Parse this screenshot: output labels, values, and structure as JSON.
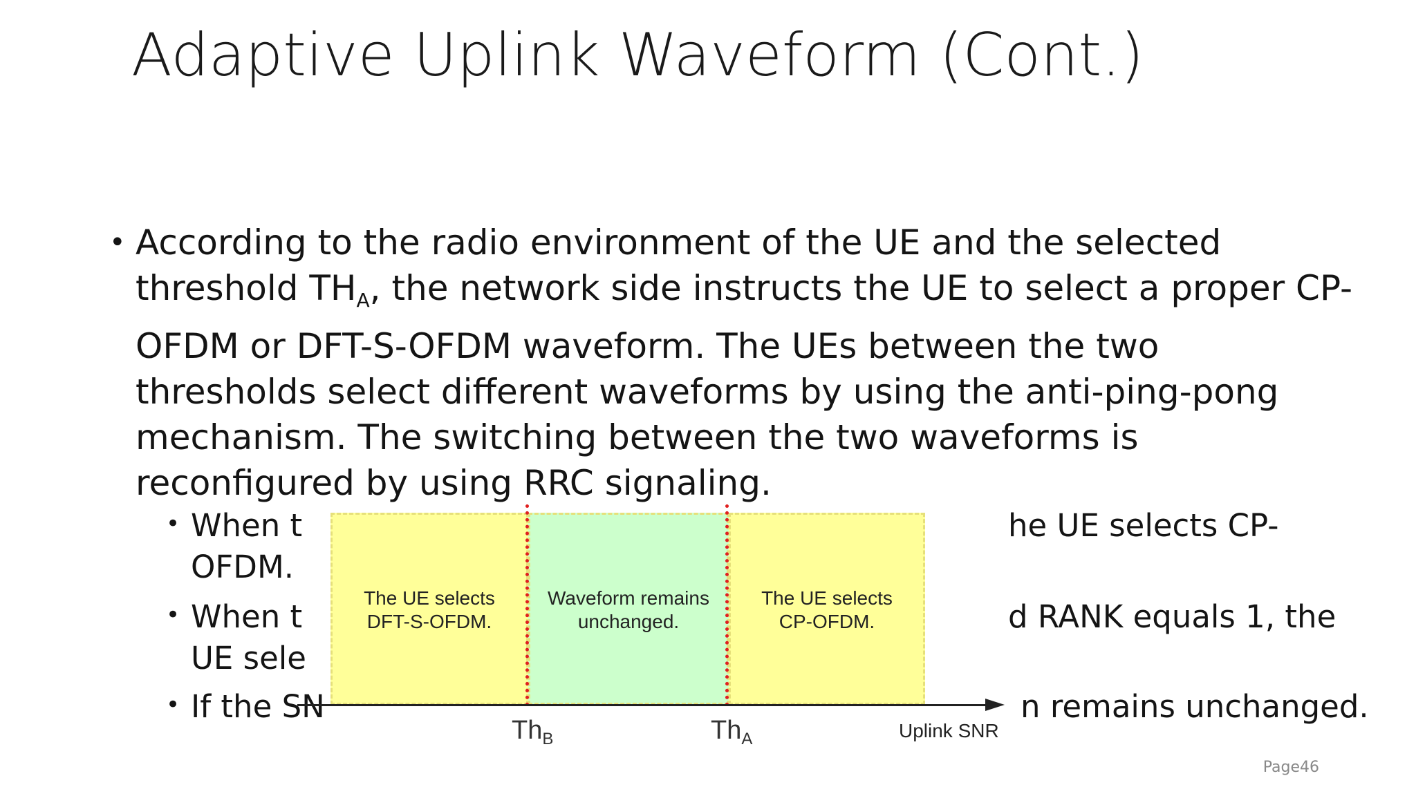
{
  "slide": {
    "title": "Adaptive Uplink Waveform (Cont.)",
    "page": "Page46"
  },
  "main_bullet": {
    "line1": "According to the radio environment of the UE and the selected",
    "line2_pre": "threshold TH",
    "line2_sub": "A",
    "line2_post": ", the network side instructs the UE to select a proper CP-",
    "line3": "OFDM or DFT-S-OFDM waveform. The UEs between the two",
    "line4": "thresholds select different waveforms by using the anti-ping-pong",
    "line5": "mechanism. The switching between the two waveforms is",
    "line6": "reconfigured by using RRC signaling."
  },
  "sub_bullets": [
    {
      "left_text": "When t",
      "right_text": "he UE selects CP-",
      "line2": "OFDM."
    },
    {
      "left_text": "When t",
      "right_text": "d RANK equals 1, the",
      "line2": "UE sele"
    },
    {
      "left_text": "If the SN",
      "right_text": "n remains unchanged."
    }
  ],
  "diagram": {
    "regions": [
      {
        "label_line1": "The UE selects",
        "label_line2": "DFT-S-OFDM.",
        "color": "#ffff99"
      },
      {
        "label_line1": "Waveform remains",
        "label_line2": "unchanged.",
        "color": "#ccffcc"
      },
      {
        "label_line1": "The UE selects",
        "label_line2": "CP-OFDM.",
        "color": "#ffff99"
      }
    ],
    "thresholds": [
      {
        "main": "Th",
        "sub": "B"
      },
      {
        "main": "Th",
        "sub": "A"
      }
    ],
    "axis_label": "Uplink SNR",
    "threshold_color": "#e02020"
  }
}
